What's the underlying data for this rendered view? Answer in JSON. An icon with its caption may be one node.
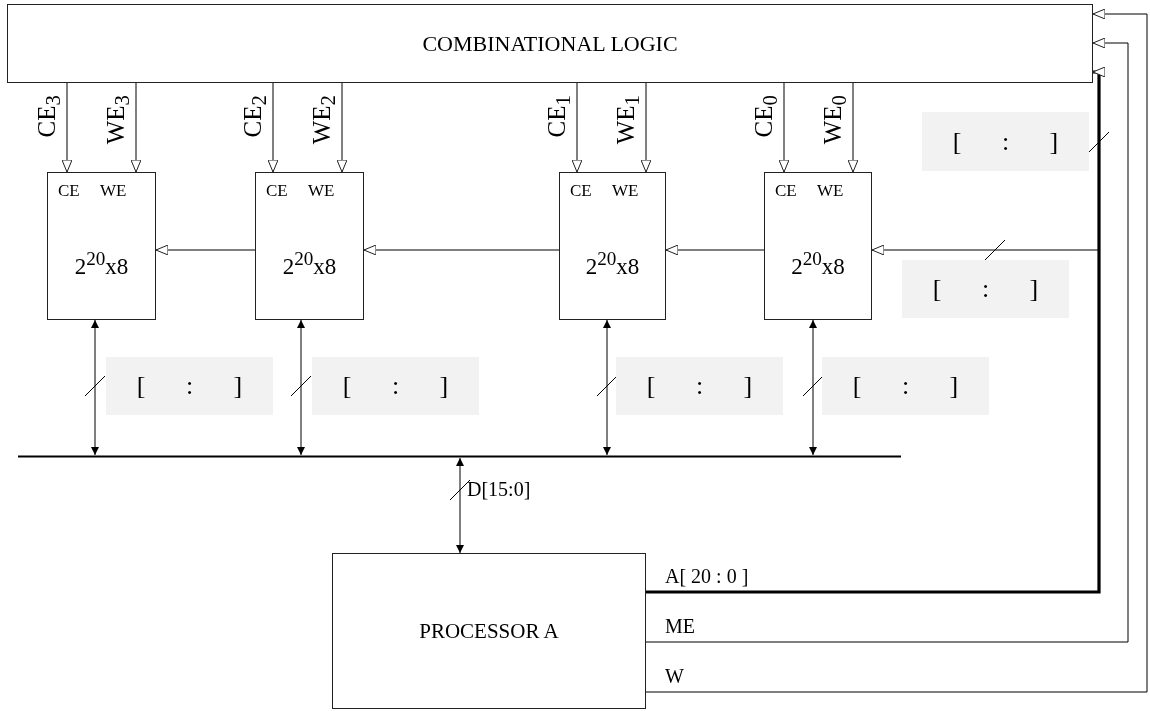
{
  "diagram": {
    "nodes": [
      {
        "text": [
          "COMBINATIONAL LOGIC"
        ]
      },
      {
        "text": [
          "CE",
          "WE",
          "2$^{20}$x8"
        ]
      },
      {
        "text": [
          "CE",
          "WE",
          "2$^{20}$x8"
        ]
      },
      {
        "text": [
          "CE",
          "WE",
          "2$^{20}$x8"
        ]
      },
      {
        "text": [
          "CE",
          "WE",
          "2$^{20}$x8"
        ]
      },
      {
        "text": [],
        "shape": "bar"
      },
      {
        "text": [
          "PROCESSOR A"
        ]
      }
    ],
    "edges": [
      {
        "from": 0,
        "to": 1,
        "arrow": "to",
        "label": "CE$_{3}$"
      },
      {
        "from": 0,
        "to": 1,
        "arrow": "to",
        "label": "WE$_{3}$"
      },
      {
        "from": 0,
        "to": 2,
        "arrow": "to",
        "label": "CE$_{2}$"
      },
      {
        "from": 0,
        "to": 2,
        "arrow": "to",
        "label": "WE$_{2}$"
      },
      {
        "from": 0,
        "to": 3,
        "arrow": "to",
        "label": "CE$_{1}$"
      },
      {
        "from": 0,
        "to": 3,
        "arrow": "to",
        "label": "WE$_{1}$"
      },
      {
        "from": 0,
        "to": 4,
        "arrow": "to",
        "label": "CE$_{0}$"
      },
      {
        "from": 0,
        "to": 4,
        "arrow": "to",
        "label": "WE$_{0}$"
      },
      {
        "from": 4,
        "to": 3,
        "arrow": "to"
      },
      {
        "from": 3,
        "to": 2,
        "arrow": "to"
      },
      {
        "from": 2,
        "to": 1,
        "arrow": "to"
      },
      {
        "from": 6,
        "to": 4,
        "arrow": "to"
      },
      {
        "from": 1,
        "to": 5,
        "arrow": "both"
      },
      {
        "from": 2,
        "to": 5,
        "arrow": "both"
      },
      {
        "from": 3,
        "to": 5,
        "arrow": "both"
      },
      {
        "from": 4,
        "to": 5,
        "arrow": "both"
      },
      {
        "from": 5,
        "to": 6,
        "arrow": "both",
        "label": "D[15:0]"
      },
      {
        "from": 6,
        "to": 0,
        "arrow": "to",
        "label": "A[ 20 : 0 ]",
        "style": "thick"
      },
      {
        "from": 6,
        "to": 0,
        "arrow": "to",
        "label": "ME"
      },
      {
        "from": 6,
        "to": 0,
        "arrow": "to",
        "label": "W"
      }
    ],
    "labels": [
      "[ : ]",
      "[ : ]",
      "[ : ]",
      "[ : ]",
      "[ : ]",
      "[ : ]"
    ]
  }
}
